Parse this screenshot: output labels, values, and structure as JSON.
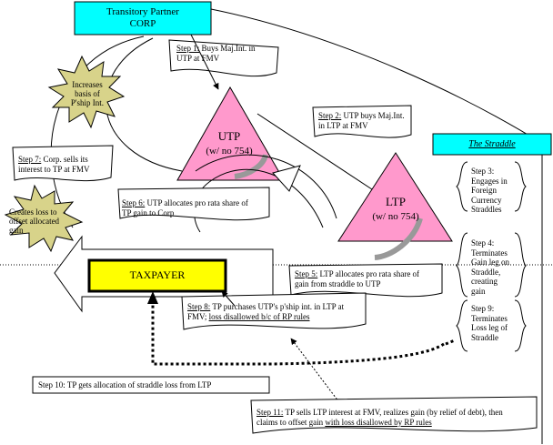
{
  "entities": {
    "corp": {
      "line1": "Transitory Partner",
      "line2": "CORP"
    },
    "utp": {
      "name": "UTP",
      "sub": "(w/ no 754)"
    },
    "ltp": {
      "name": "LTP",
      "sub": "(w/ no 754)"
    },
    "taxpayer": "TAXPAYER",
    "straddle": "The Straddle"
  },
  "colors": {
    "corp_fill": "#00ffff",
    "triangle_fill": "#ff99cc",
    "taxpayer_fill": "#ffff00",
    "star_fill": "#d8d38a"
  },
  "stars": {
    "basis": {
      "l1": "Increases",
      "l2": "basis of",
      "l3": "P'ship Int."
    },
    "loss": {
      "l1": "Creates loss to",
      "l2": "offset allocated",
      "l3": "gain"
    }
  },
  "steps": {
    "s1": {
      "label": "Step 1:",
      "l1": " Buys Maj.Int. in",
      "l2": "UTP at FMV"
    },
    "s2": {
      "label": "Step 2:",
      "l1": " UTP buys Maj.Int.",
      "l2": "in LTP at FMV"
    },
    "s3": {
      "label": "Step 3:",
      "l1": "Engages in",
      "l2": "Foreign",
      "l3": "Currency",
      "l4": "Straddles"
    },
    "s4": {
      "label": "Step 4:",
      "l1": "Terminates",
      "l2": "Gain leg on",
      "l3": "Straddle,",
      "l4": "creating",
      "l5": "gain"
    },
    "s5": {
      "label": "Step 5:",
      "l1": " LTP allocates pro rata share of",
      "l2": "gain from straddle to UTP"
    },
    "s6": {
      "label": "Step 6:",
      "l1": " UTP allocates pro rata share of",
      "l2": "TP gain to Corp"
    },
    "s7": {
      "label": "Step 7:",
      "l1": " Corp. sells its",
      "l2": "interest to TP at FMV"
    },
    "s8": {
      "label": "Step 8:",
      "l1": " TP purchases UTP's p'ship int. in LTP at",
      "l2a": "FMV; ",
      "l2b": "loss disallowed b/c of RP rules"
    },
    "s9": {
      "label": "Step 9:",
      "l1": "Terminates",
      "l2": "Loss leg of",
      "l3": "Straddle"
    },
    "s10": {
      "text": "Step 10: TP gets allocation of straddle loss from LTP"
    },
    "s11": {
      "label": "Step 11:",
      "l1": " TP sells LTP interest at FMV, realizes gain (by relief of debt), then",
      "l2a": "claims to offset gain ",
      "l2b": "with loss disallowed by RP rules"
    }
  }
}
